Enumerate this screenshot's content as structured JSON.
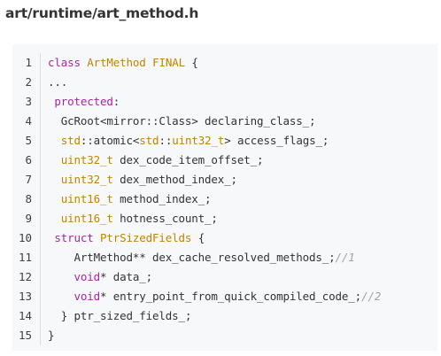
{
  "file": {
    "path": "art/runtime/art_method.h"
  },
  "code": {
    "language": "cpp",
    "colors": {
      "background": "#f6f8fa",
      "keyword": "#a626a4",
      "type": "#c18401",
      "comment": "#a0a1a7",
      "text": "#333333"
    },
    "lines": [
      {
        "number": "1",
        "tokens": [
          {
            "k": "kw",
            "t": "class"
          },
          {
            "k": "",
            "t": " "
          },
          {
            "k": "ty",
            "t": "ArtMethod"
          },
          {
            "k": "",
            "t": " "
          },
          {
            "k": "ty",
            "t": "FINAL"
          },
          {
            "k": "",
            "t": " {"
          }
        ]
      },
      {
        "number": "2",
        "tokens": [
          {
            "k": "",
            "t": "..."
          }
        ]
      },
      {
        "number": "3",
        "tokens": [
          {
            "k": "",
            "t": " "
          },
          {
            "k": "kw",
            "t": "protected"
          },
          {
            "k": "",
            "t": ":"
          }
        ]
      },
      {
        "number": "4",
        "tokens": [
          {
            "k": "",
            "t": "  GcRoot<mirror::Class> declaring_class_;"
          }
        ]
      },
      {
        "number": "5",
        "tokens": [
          {
            "k": "",
            "t": "  "
          },
          {
            "k": "ty",
            "t": "std"
          },
          {
            "k": "",
            "t": "::atomic<"
          },
          {
            "k": "ty",
            "t": "std"
          },
          {
            "k": "",
            "t": "::"
          },
          {
            "k": "ty",
            "t": "uint32_t"
          },
          {
            "k": "",
            "t": "> access_flags_;"
          }
        ]
      },
      {
        "number": "6",
        "tokens": [
          {
            "k": "",
            "t": "  "
          },
          {
            "k": "ty",
            "t": "uint32_t"
          },
          {
            "k": "",
            "t": " dex_code_item_offset_;"
          }
        ]
      },
      {
        "number": "7",
        "tokens": [
          {
            "k": "",
            "t": "  "
          },
          {
            "k": "ty",
            "t": "uint32_t"
          },
          {
            "k": "",
            "t": " dex_method_index_;"
          }
        ]
      },
      {
        "number": "8",
        "tokens": [
          {
            "k": "",
            "t": "  "
          },
          {
            "k": "ty",
            "t": "uint16_t"
          },
          {
            "k": "",
            "t": " method_index_;"
          }
        ]
      },
      {
        "number": "9",
        "tokens": [
          {
            "k": "",
            "t": "  "
          },
          {
            "k": "ty",
            "t": "uint16_t"
          },
          {
            "k": "",
            "t": " hotness_count_;"
          }
        ]
      },
      {
        "number": "10",
        "tokens": [
          {
            "k": "",
            "t": " "
          },
          {
            "k": "kw",
            "t": "struct"
          },
          {
            "k": "",
            "t": " "
          },
          {
            "k": "ty",
            "t": "PtrSizedFields"
          },
          {
            "k": "",
            "t": " {"
          }
        ]
      },
      {
        "number": "11",
        "tokens": [
          {
            "k": "",
            "t": "    ArtMethod** dex_cache_resolved_methods_;"
          },
          {
            "k": "cm",
            "t": "//1"
          }
        ]
      },
      {
        "number": "12",
        "tokens": [
          {
            "k": "",
            "t": "    "
          },
          {
            "k": "kw",
            "t": "void"
          },
          {
            "k": "",
            "t": "* data_;"
          }
        ]
      },
      {
        "number": "13",
        "tokens": [
          {
            "k": "",
            "t": "    "
          },
          {
            "k": "kw",
            "t": "void"
          },
          {
            "k": "",
            "t": "* entry_point_from_quick_compiled_code_;"
          },
          {
            "k": "cm",
            "t": "//2"
          }
        ]
      },
      {
        "number": "14",
        "tokens": [
          {
            "k": "",
            "t": "  } ptr_sized_fields_;"
          }
        ]
      },
      {
        "number": "15",
        "tokens": [
          {
            "k": "",
            "t": "}"
          }
        ]
      }
    ]
  }
}
